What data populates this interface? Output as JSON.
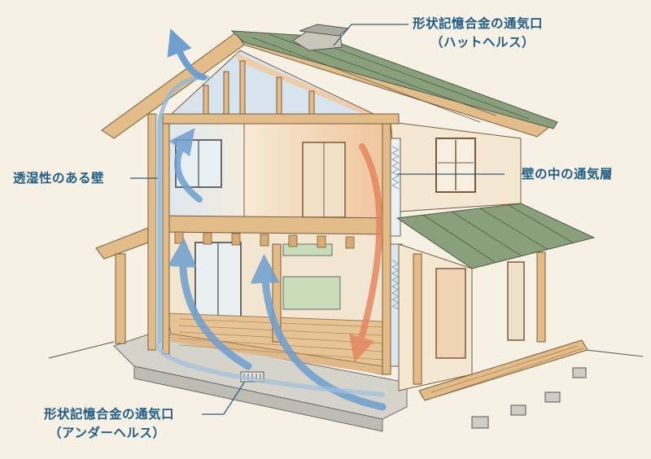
{
  "diagram": {
    "type": "house-cutaway-ventilation",
    "colors": {
      "background": "#f6f1e4",
      "label_text": "#1f5d86",
      "roof": "#8a9f7c",
      "timber": "#e2bd8a",
      "wall": "#f4e8d2",
      "cool_air": "#6e9fcf",
      "warm_air": "#e4835a",
      "foundation": "#cfcdc6"
    },
    "labels": {
      "top_vent": {
        "line1": "形状記憶合金の通気口",
        "line2": "（ハットヘルス）"
      },
      "left_wall": {
        "text": "透湿性のある壁"
      },
      "right_wall": {
        "text": "壁の中の通気層"
      },
      "bottom_vent": {
        "line1": "形状記憶合金の通気口",
        "line2": "（アンダーヘルス）"
      }
    }
  }
}
